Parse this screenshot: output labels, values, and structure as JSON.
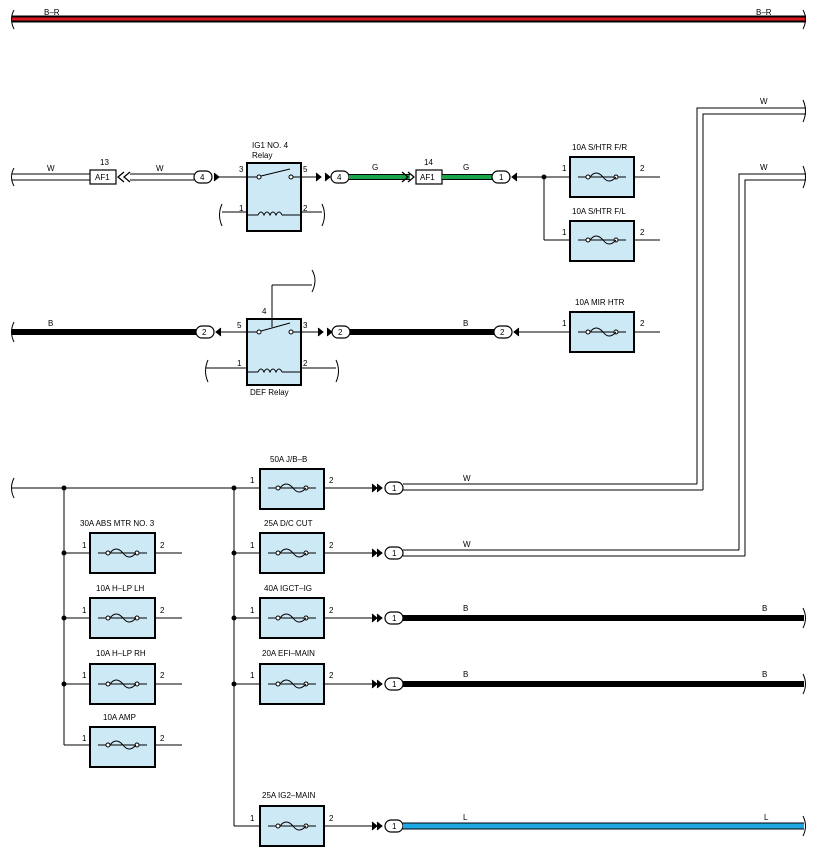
{
  "colors": {
    "fuse_fill": "#cde9f6",
    "wire_B": "#000000",
    "wire_G": "#1aa54a",
    "wire_L": "#1ea7e1",
    "wire_R": "#d8181e",
    "wire_W": "#ffffff"
  },
  "top_bus": {
    "left_label": "B–R",
    "right_label": "B–R"
  },
  "wire_labels": {
    "w_in": "W",
    "w_mid": "W",
    "g1": "G",
    "g2": "G",
    "w_tr1": "W",
    "w_tr2": "W",
    "b_def_left": "B",
    "b_def_mid": "B",
    "w_jb": "W",
    "w_dc": "W",
    "b_igct": "B",
    "b_igct_end": "B",
    "b_efi": "B",
    "b_efi_end": "B",
    "l_ig2": "L",
    "l_ig2_end": "L"
  },
  "connectors": {
    "af1_a": {
      "name": "AF1",
      "pin": "13"
    },
    "af1_b": {
      "name": "AF1",
      "pin": "14"
    }
  },
  "pins": {
    "c4a": "4",
    "c4b": "4",
    "c1a": "1",
    "c2a": "2",
    "c2b": "2",
    "c2c": "2",
    "c1_jb": "1",
    "c1_dc": "1",
    "c1_igct": "1",
    "c1_efi": "1",
    "c1_ig2": "1"
  },
  "relays": {
    "ig1": {
      "title": "IG1 NO. 4",
      "subtitle": "Relay",
      "p3": "3",
      "p5": "5",
      "p1": "1",
      "p2": "2"
    },
    "def": {
      "title": "DEF Relay",
      "p4": "4",
      "p5": "5",
      "p3": "3",
      "p1": "1",
      "p2": "2"
    }
  },
  "fuses": {
    "shtr_fr": {
      "label": "10A S/HTR F/R",
      "p1": "1",
      "p2": "2"
    },
    "shtr_fl": {
      "label": "10A S/HTR F/L",
      "p1": "1",
      "p2": "2"
    },
    "mir_htr": {
      "label": "10A MIR HTR",
      "p1": "1",
      "p2": "2"
    },
    "jb_b": {
      "label": "50A J/B–B",
      "p1": "1",
      "p2": "2"
    },
    "dc_cut": {
      "label": "25A D/C CUT",
      "p1": "1",
      "p2": "2"
    },
    "igct_ig": {
      "label": "40A IGCT–IG",
      "p1": "1",
      "p2": "2"
    },
    "efi_main": {
      "label": "20A EFI–MAIN",
      "p1": "1",
      "p2": "2"
    },
    "ig2_main": {
      "label": "25A IG2–MAIN",
      "p1": "1",
      "p2": "2"
    },
    "abs_mtr": {
      "label": "30A ABS MTR NO. 3",
      "p1": "1",
      "p2": "2"
    },
    "hlp_lh": {
      "label": "10A H–LP LH",
      "p1": "1",
      "p2": "2"
    },
    "hlp_rh": {
      "label": "10A H–LP RH",
      "p1": "1",
      "p2": "2"
    },
    "amp": {
      "label": "10A AMP",
      "p1": "1",
      "p2": "2"
    }
  }
}
